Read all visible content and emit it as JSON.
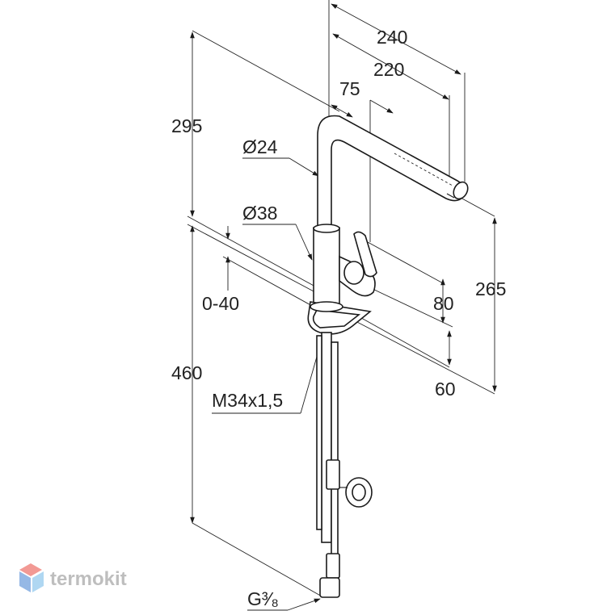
{
  "dimensions": {
    "d240": "240",
    "d220": "220",
    "d75": "75",
    "d295": "295",
    "d24": "Ø24",
    "d38": "Ø38",
    "d0_40": "0-40",
    "d265": "265",
    "d80": "80",
    "d460": "460",
    "dM34": "M34x1,5",
    "d60": "60",
    "dG38": "G³⁄₈"
  },
  "watermark": {
    "brand": "termokit",
    "colors": {
      "top": "#e8473d",
      "left": "#3f7fd1",
      "right": "#6fb8e8"
    }
  }
}
